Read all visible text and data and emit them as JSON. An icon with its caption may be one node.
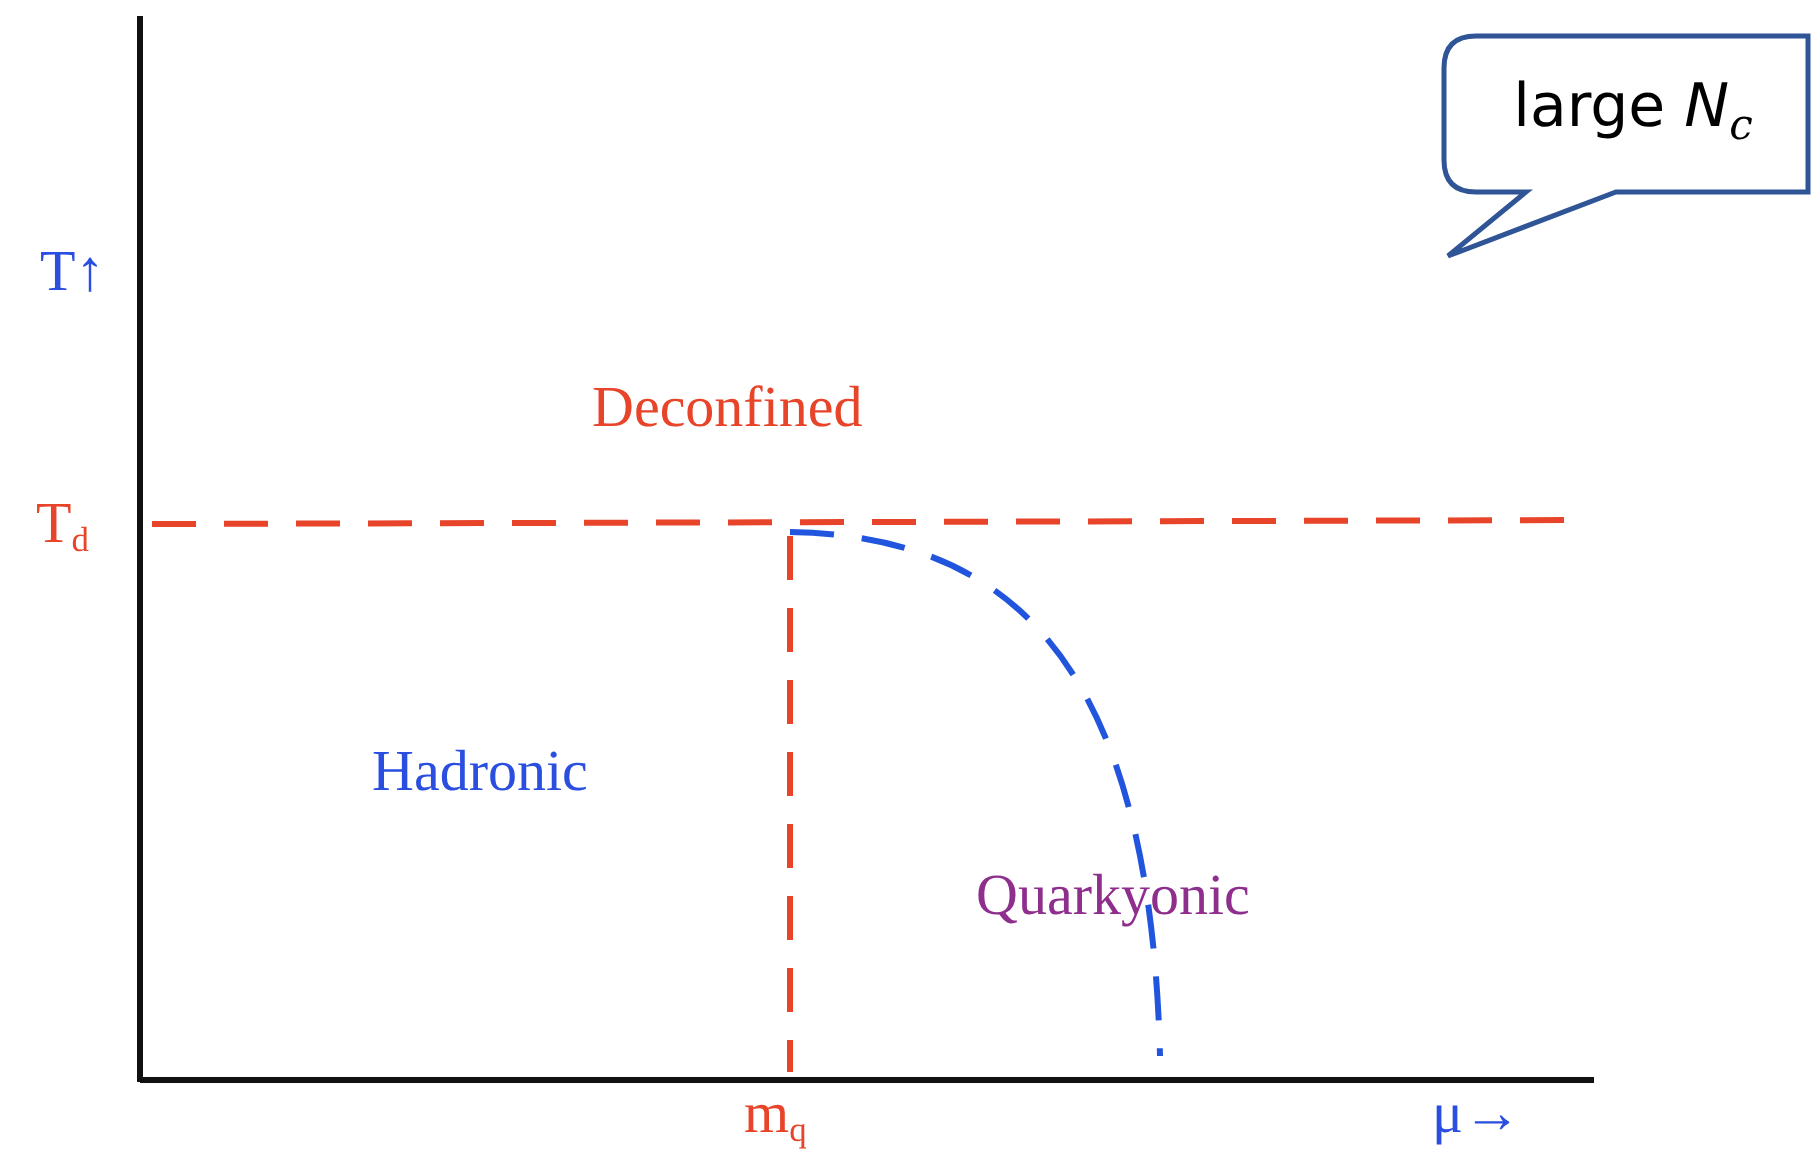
{
  "diagram": {
    "nodes": [
      {
        "text": [
          "large *N*$_{c}$"
        ]
      }
    ],
    "labels": [
      "T↑",
      "Deconfined",
      "T$_{d}$",
      "Hadronic",
      "Quarkyonic",
      "m$_{q}$",
      "μ→"
    ]
  }
}
